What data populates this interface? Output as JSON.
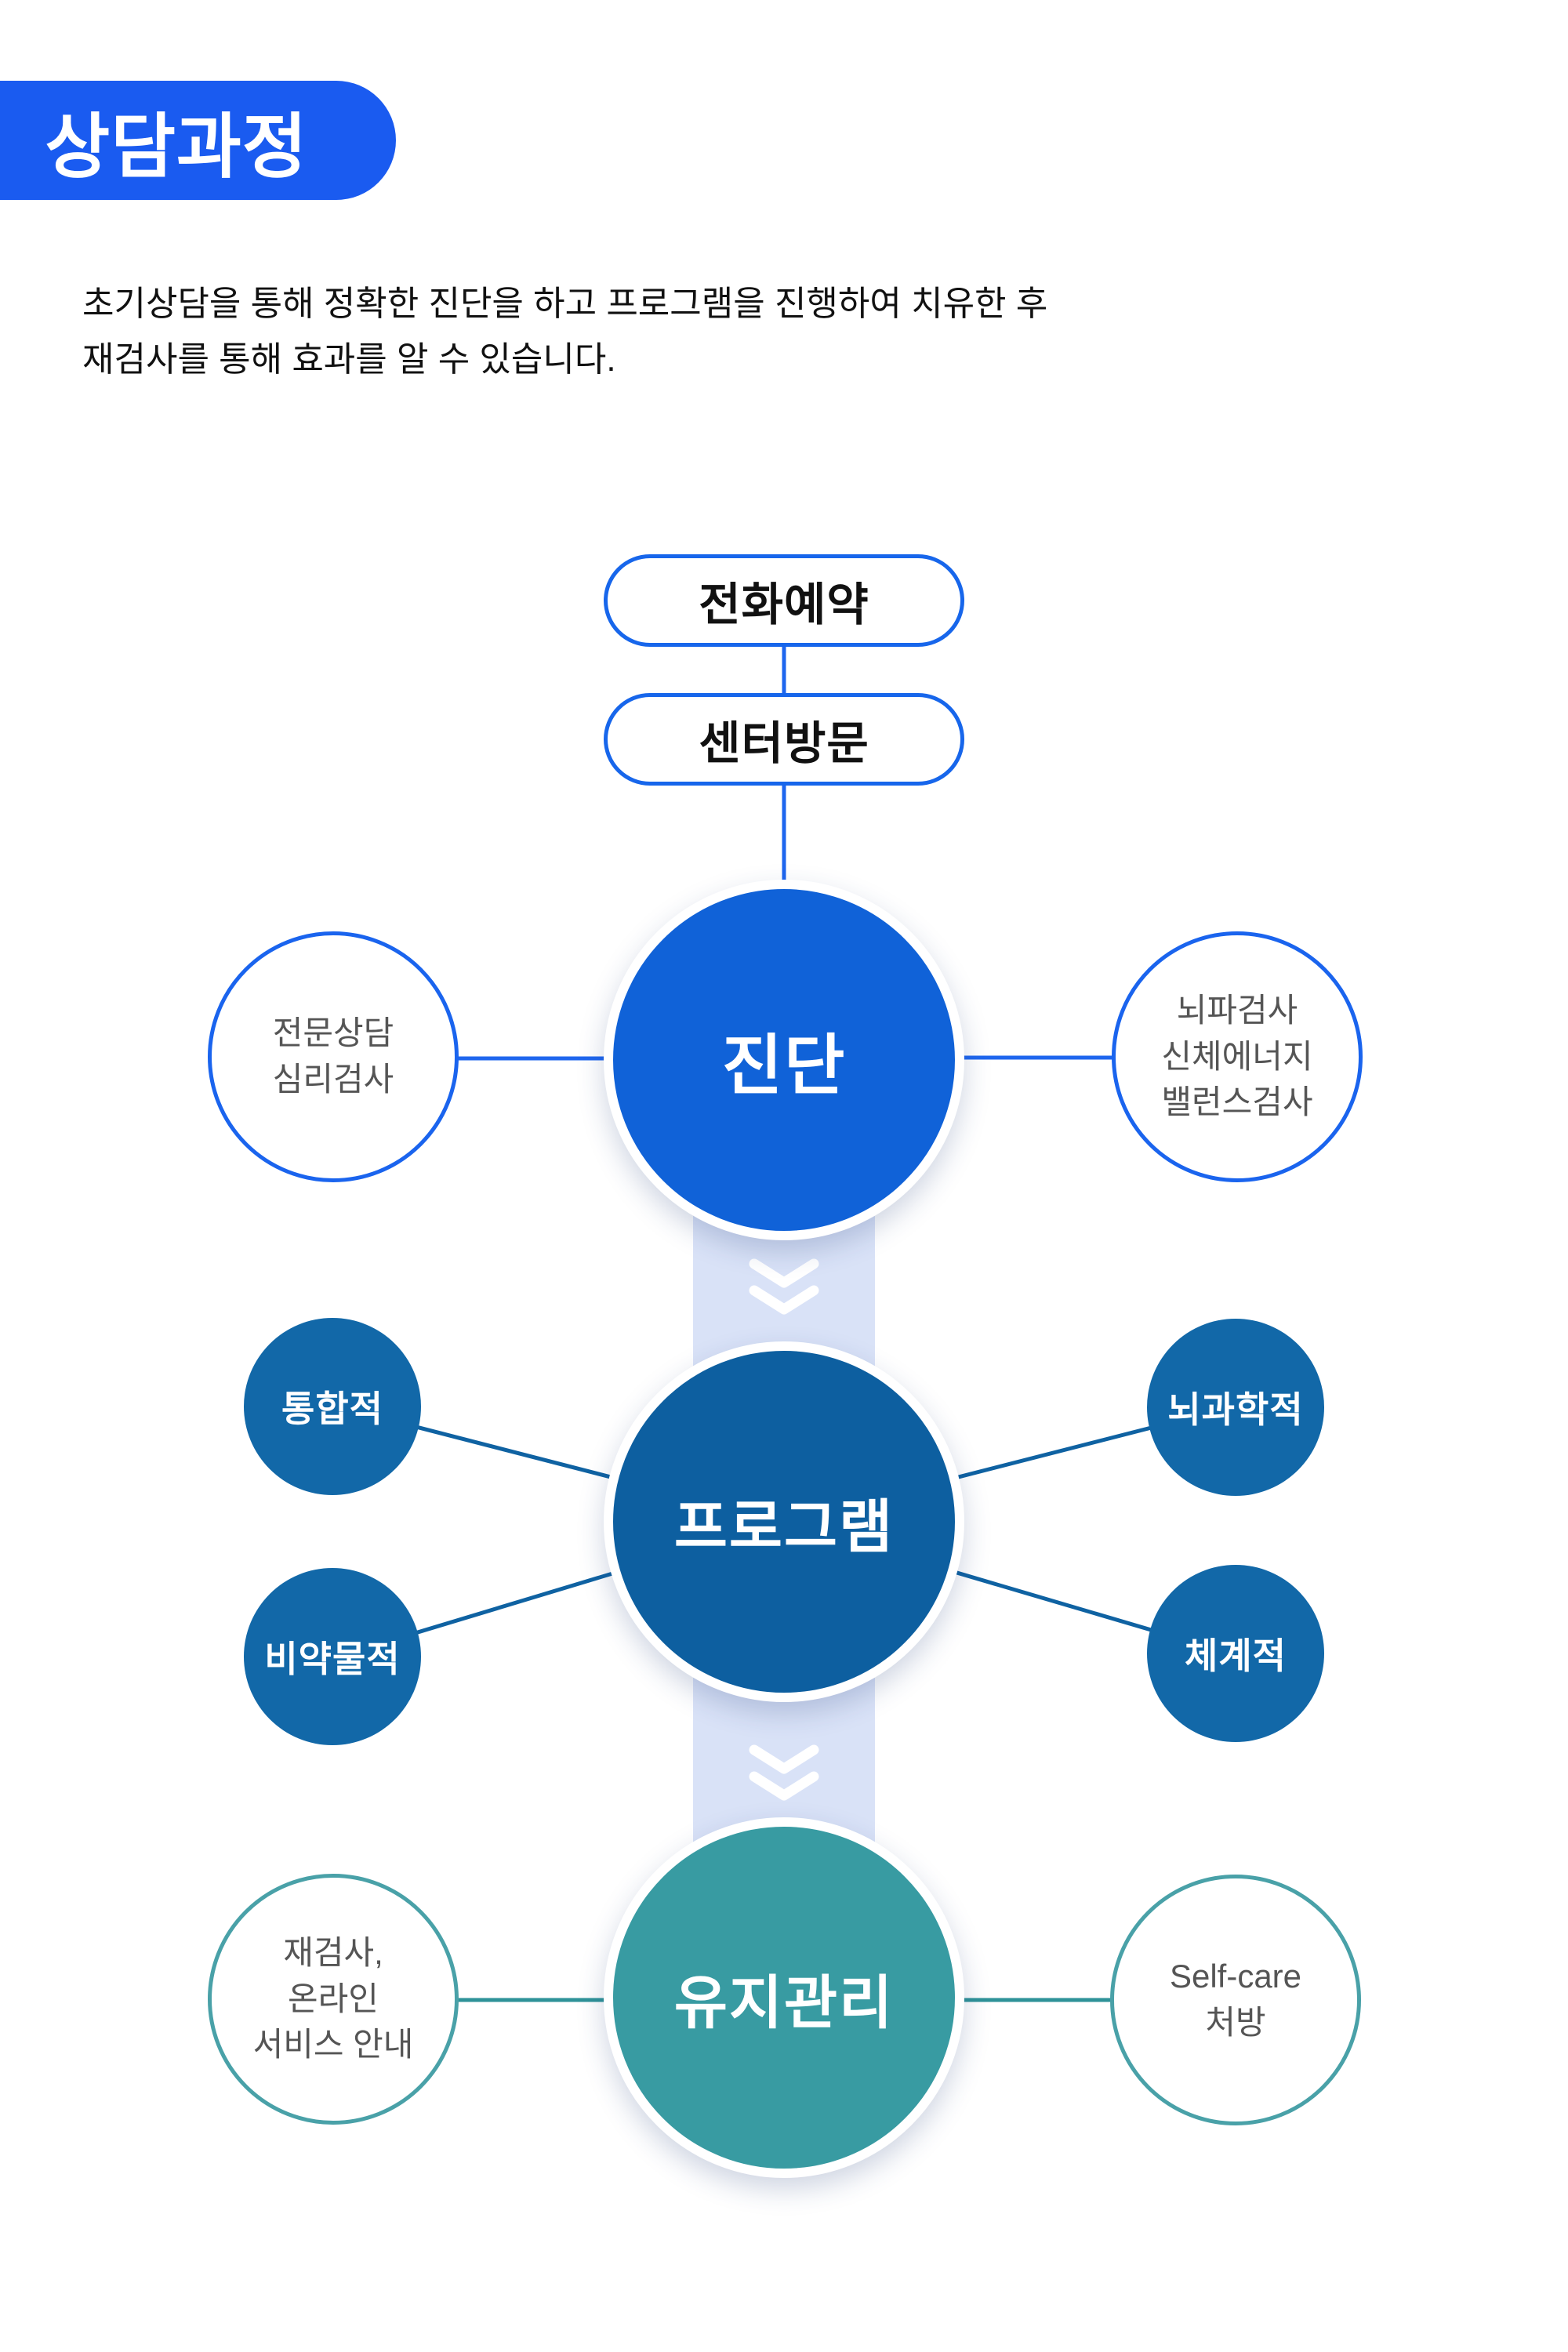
{
  "header": {
    "badge": "상담과정"
  },
  "intro": "초기상담을 통해 정확한 진단을 하고 프로그램을 진행하여 치유한 후\n재검사를 통해 효과를 알 수 있습니다.",
  "flow": {
    "entry_pills": [
      "전화예약",
      "센터방문"
    ],
    "stage1": {
      "label": "진단",
      "left_satellite": "전문상담\n심리검사",
      "right_satellite": "뇌파검사\n신체에너지\n밸런스검사"
    },
    "stage2": {
      "label": "프로그램",
      "satellite_top_left": "통합적",
      "satellite_bottom_left": "비약물적",
      "satellite_top_right": "뇌과학적",
      "satellite_bottom_right": "체계적"
    },
    "stage3": {
      "label": "유지관리",
      "left_satellite": "재검사,\n온라인\n서비스 안내",
      "right_satellite": "Self-care\n처방"
    }
  },
  "colors": {
    "badge_blue": "#1A5BF0",
    "line_blue": "#1E66EE",
    "stage1_fill": "#1062D8",
    "stage2_fill": "#0D5FA0",
    "stage2_satellite_fill": "#1268A8",
    "stage2_line": "#0F62A2",
    "stage3_fill": "#389BA2",
    "stage3_border": "#49A1A8",
    "band": "#D9E2F7",
    "satellite_text_gray": "#555555",
    "body_text": "#111111"
  }
}
